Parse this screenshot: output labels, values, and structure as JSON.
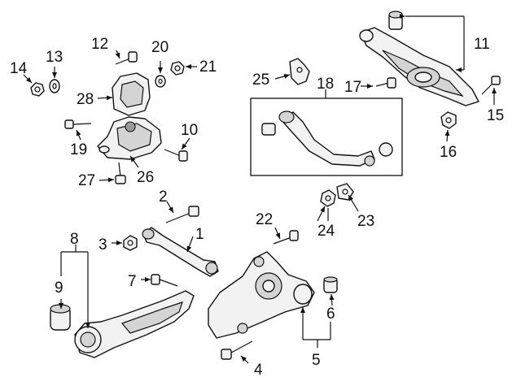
{
  "callouts": {
    "c1": "1",
    "c2": "2",
    "c3": "3",
    "c4": "4",
    "c5": "5",
    "c6": "6",
    "c7": "7",
    "c8": "8",
    "c9": "9",
    "c10": "10",
    "c11": "11",
    "c12": "12",
    "c13": "13",
    "c14": "14",
    "c15": "15",
    "c16": "16",
    "c17": "17",
    "c18": "18",
    "c19": "19",
    "c20": "20",
    "c21": "21",
    "c22": "22",
    "c23": "23",
    "c24": "24",
    "c25": "25",
    "c26": "26",
    "c27": "27",
    "c28": "28"
  },
  "colors": {
    "line": "#111111",
    "fill": "#f2f2f2",
    "shade": "#d4d4d4"
  }
}
